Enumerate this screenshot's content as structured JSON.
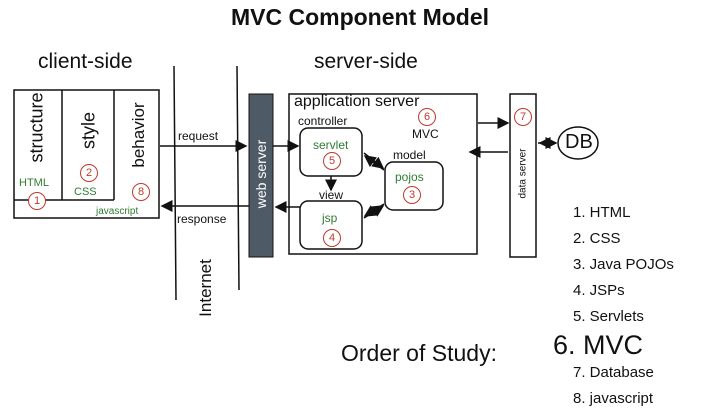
{
  "title": "MVC Component Model",
  "headers": {
    "client": "client-side",
    "server": "server-side"
  },
  "client": {
    "structure": "structure",
    "style": "style",
    "behavior": "behavior",
    "html": "HTML",
    "css": "CSS",
    "javascript": "javascript",
    "n_html": "1",
    "n_css": "2",
    "n_js": "8"
  },
  "flow": {
    "request": "request",
    "response": "response",
    "internet": "Internet"
  },
  "web_server": "web server",
  "app_server": {
    "title": "application server",
    "controller": "controller",
    "servlet": "servlet",
    "n_servlet": "5",
    "mvc": "MVC",
    "n_mvc": "6",
    "model": "model",
    "pojos": "pojos",
    "n_pojos": "3",
    "view": "view",
    "jsp": "jsp",
    "n_jsp": "4"
  },
  "data_server": "data server",
  "n_data": "7",
  "db": "DB",
  "study": {
    "heading": "Order of Study:",
    "items": [
      "1. HTML",
      "2. CSS",
      "3. Java POJOs",
      "4. JSPs",
      "5. Servlets",
      "6. MVC",
      "7. Database",
      "8. javascript"
    ]
  }
}
